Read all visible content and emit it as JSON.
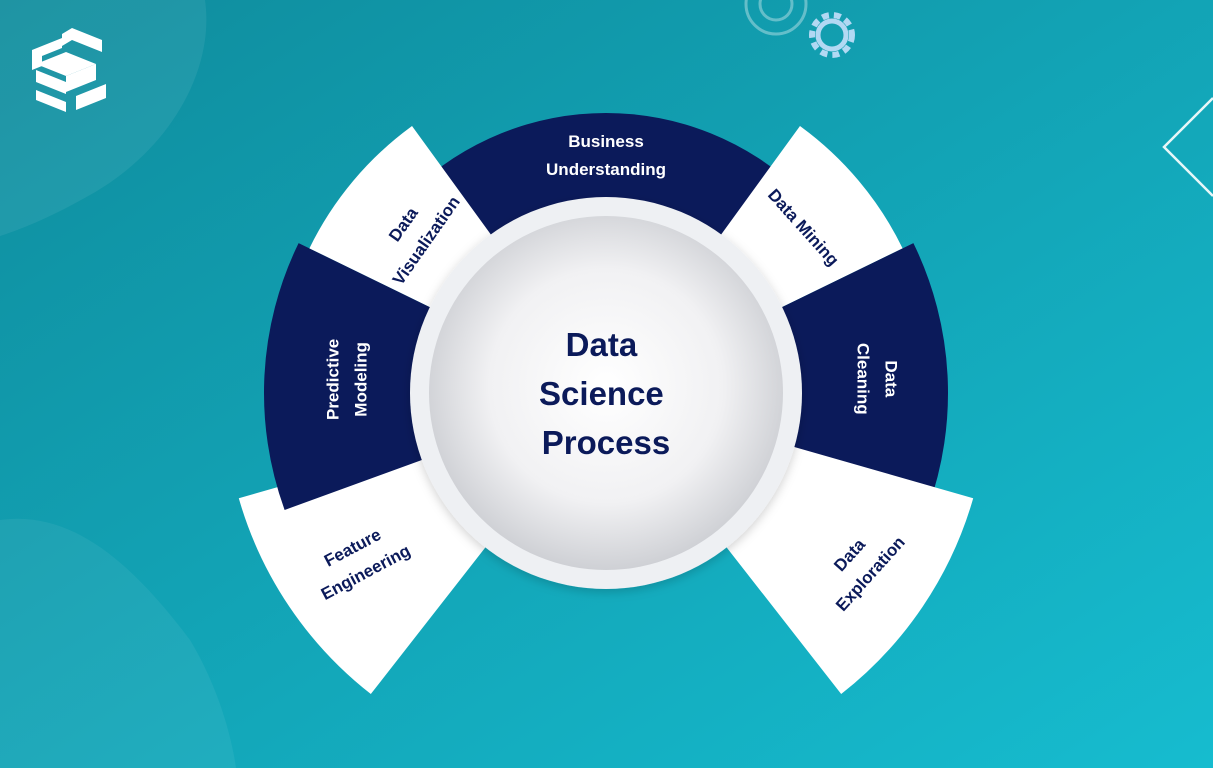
{
  "diagram": {
    "center": {
      "lines": [
        "Data",
        "Science",
        "Process"
      ]
    },
    "segments": [
      {
        "id": "business-understanding",
        "lines": [
          "Business",
          "Understanding"
        ],
        "fill": "#0b1a5a",
        "text_color": "#ffffff"
      },
      {
        "id": "data-mining",
        "lines": [
          "Data Mining"
        ],
        "fill": "#ffffff",
        "text_color": "#0b1a5a"
      },
      {
        "id": "data-cleaning",
        "lines": [
          "Data",
          "Cleaning"
        ],
        "fill": "#0b1a5a",
        "text_color": "#ffffff"
      },
      {
        "id": "data-exploration",
        "lines": [
          "Data",
          "Exploration"
        ],
        "fill": "#ffffff",
        "text_color": "#0b1a5a"
      },
      {
        "id": "feature-engineering",
        "lines": [
          "Feature",
          "Engineering"
        ],
        "fill": "#ffffff",
        "text_color": "#0b1a5a"
      },
      {
        "id": "predictive-modeling",
        "lines": [
          "Predictive",
          "Modeling"
        ],
        "fill": "#0b1a5a",
        "text_color": "#ffffff"
      },
      {
        "id": "data-visualization",
        "lines": [
          "Data",
          "Visualization"
        ],
        "fill": "#ffffff",
        "text_color": "#0b1a5a"
      }
    ]
  },
  "colors": {
    "background_start": "#0f8fa1",
    "background_end": "#15b9cf",
    "navy": "#0b1a5a",
    "white": "#ffffff",
    "ring": "#eef0f3"
  },
  "icons": {
    "logo": "brand-s-logo",
    "gears": "gear-icon",
    "arrow": "chevron-right-outline-icon"
  }
}
